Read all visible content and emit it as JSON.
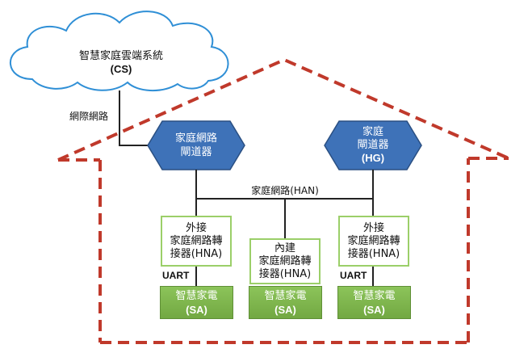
{
  "cloud": {
    "name": "智慧家庭雲端系統",
    "abbr": "(CS)"
  },
  "internet_label": "網際網路",
  "home_gateway_left": {
    "line1": "家庭網路",
    "line2": "閘道器"
  },
  "home_gateway_right": {
    "line1": "家庭",
    "line2": "閘道器",
    "abbr": "(HG)"
  },
  "han_label": "家庭網路(HAN)",
  "hna_external_left": {
    "line1": "外接",
    "line2": "家庭網路轉",
    "line3": "接器(HNA)"
  },
  "hna_internal": {
    "line1": "內建",
    "line2": "家庭網路轉",
    "line3": "接器(HNA)"
  },
  "hna_external_right": {
    "line1": "外接",
    "line2": "家庭網路轉",
    "line3": "接器(HNA)"
  },
  "uart_left": "UART",
  "uart_right": "UART",
  "sa_left": {
    "name": "智慧家電",
    "abbr": "(SA)"
  },
  "sa_middle": {
    "name": "智慧家電",
    "abbr": "(SA)"
  },
  "sa_right": {
    "name": "智慧家電",
    "abbr": "(SA)"
  },
  "colors": {
    "house_outline": "#c0392b",
    "gateway_fill": "#3e72b8",
    "hna_border": "#9bcf69",
    "sa_fill": "#7ab34a",
    "cloud_border": "#2f8fd6"
  }
}
